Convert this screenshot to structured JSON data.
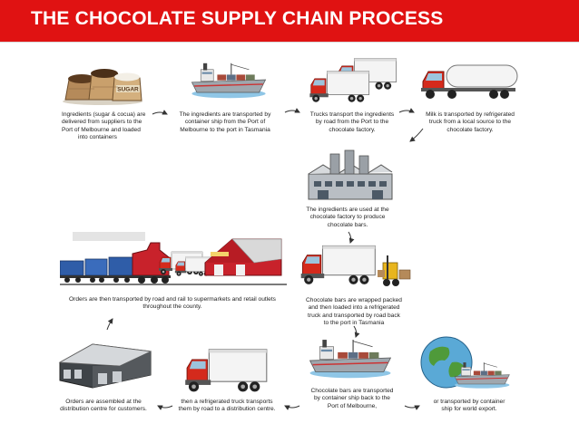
{
  "title": "THE CHOCOLATE SUPPLY CHAIN PROCESS",
  "colors": {
    "banner": "#e01212",
    "truck_cab": "#d42a1c",
    "trailer": "#f2f2f2",
    "ship_hull": "#9fa7ae",
    "sea": "#5aa9d6",
    "barn": "#c8222b"
  },
  "sack_label": "SUGAR",
  "steps": [
    {
      "icon": "sacks-icon",
      "lines": [
        "Ingredients (sugar & cocua) are",
        "delivered from suppliers to the",
        "Port  of Melbourne and loaded",
        "into containers"
      ]
    },
    {
      "icon": "container-ship-icon",
      "lines": [
        "The ingredients are transported by",
        "container ship from the Port of",
        "Melbourne to the port  in Tasmania"
      ]
    },
    {
      "icon": "trucks-icon",
      "lines": [
        "Trucks transport the ingredients",
        "by road from the Port to the",
        "chocolate factory."
      ]
    },
    {
      "icon": "milk-tanker-icon",
      "lines": [
        "Milk is transported by refrigerated",
        "truck from a local source to the",
        "chocolate factory."
      ]
    },
    {
      "icon": "factory-icon",
      "lines": [
        "The ingredients are used at the",
        "chocolate factory to produce",
        "chocolate bars."
      ]
    },
    {
      "icon": "refrigerated-truck-forklift-icon",
      "lines": [
        "Chocolate bars are wrapped packed",
        "and then loaded into a refrigerated",
        "truck and transported by road back",
        "to the port  in Tasmania"
      ]
    },
    {
      "icon": "train-trucks-supermarket-icon",
      "lines": [
        "Orders are then transported by road and rail to supermarkets and retail outlets",
        "throughout the county."
      ]
    },
    {
      "icon": "container-ship-icon",
      "lines": [
        "Chocolate bars are transported",
        "by container ship back to the",
        "Port of Melbourne,"
      ]
    },
    {
      "icon": "globe-ship-icon",
      "lines": [
        "or transported by container",
        "ship for world export."
      ]
    },
    {
      "icon": "refrigerated-truck-icon",
      "lines": [
        "then a refrigerated truck transports",
        "them by road to a distribution centre."
      ]
    },
    {
      "icon": "warehouse-icon",
      "lines": [
        "Orders are assembled at the",
        "distribution centre for customers."
      ]
    }
  ]
}
